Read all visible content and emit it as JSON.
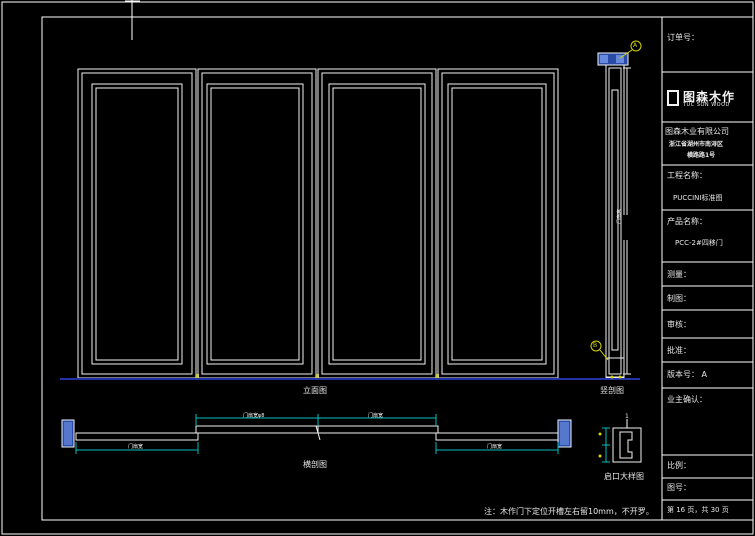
{
  "drawing": {
    "views": {
      "elevation": "立面图",
      "vertical_section": "竖剖图",
      "horizontal_section": "横剖图",
      "detail": "启口大样图"
    },
    "note": "注：木作门下定位开槽左右留10mm，不开罗。",
    "dims": {
      "width_a": "门扇宽ψ8",
      "width_b": "门扇宽",
      "width_c": "门扇宽",
      "width_d": "门扇宽",
      "height": "门扇高"
    },
    "markers": [
      "A",
      "B",
      "1"
    ]
  },
  "title_block": {
    "order_no_label": "订单号：",
    "logo_main": "图森木作",
    "logo_sub": "TUC SON WOOD",
    "company": "图森木业有限公司",
    "address_line1": "浙江省湖州市南浔区",
    "address_line2": "横路路1号",
    "project_label": "工程名称：",
    "project_value": "PUCCINI标准图",
    "product_label": "产品名称：",
    "product_value": "PCC-2#四移门",
    "measure_label": "测量：",
    "draw_label": "制图：",
    "review_label": "审核：",
    "approve_label": "批准：",
    "version_label": "版本号：",
    "version_value": "A",
    "owner_label": "业主确认：",
    "scale_label": "比例：",
    "drawing_no_label": "图号：",
    "page_info": "第 16 页，共 30 页"
  },
  "colors": {
    "background": "#000000",
    "line": "#e6e6e6",
    "panel": "#f2f2f2",
    "floor": "#2233aa",
    "hatch": "#5577cc",
    "frame": "#ffffff",
    "accent": "#f2f2f2"
  }
}
